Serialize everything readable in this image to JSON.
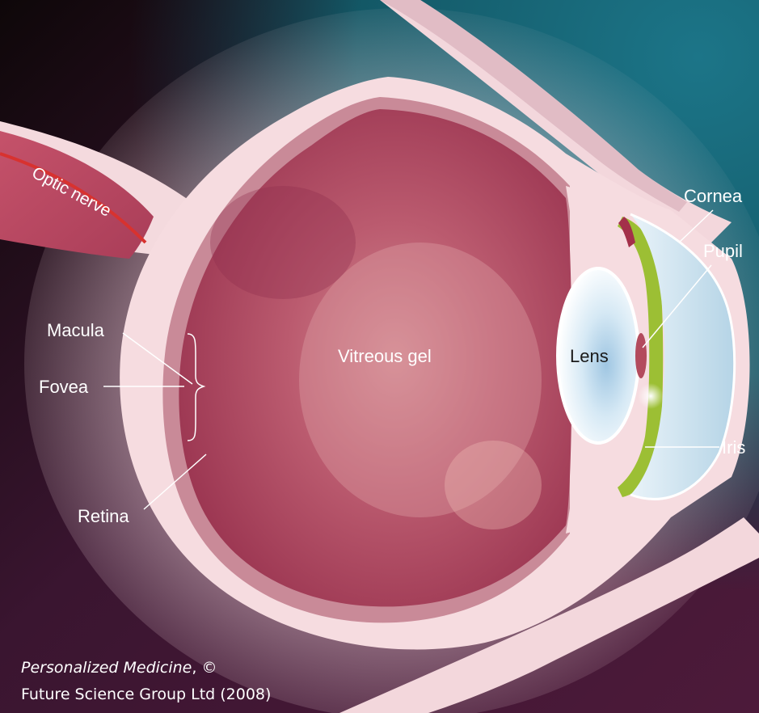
{
  "labels": {
    "optic_nerve": "Optic nerve",
    "cornea": "Cornea",
    "pupil": "Pupil",
    "macula": "Macula",
    "fovea": "Fovea",
    "vitreous_gel": "Vitreous gel",
    "lens": "Lens",
    "iris": "Iris",
    "retina": "Retina"
  },
  "credit": {
    "journal": "Personalized Medicine",
    "copyright": ", ©",
    "publisher": "Future Science Group Ltd (2008)"
  },
  "colors": {
    "background_dark": "#140a10",
    "background_plum": "#5c1f45",
    "background_teal": "#1a6f82",
    "sclera": "#f6dce0",
    "vitreous": "#b54f68",
    "lens": "#dcecf6",
    "iris": "#9cbf34",
    "label_text": "#ffffff"
  }
}
